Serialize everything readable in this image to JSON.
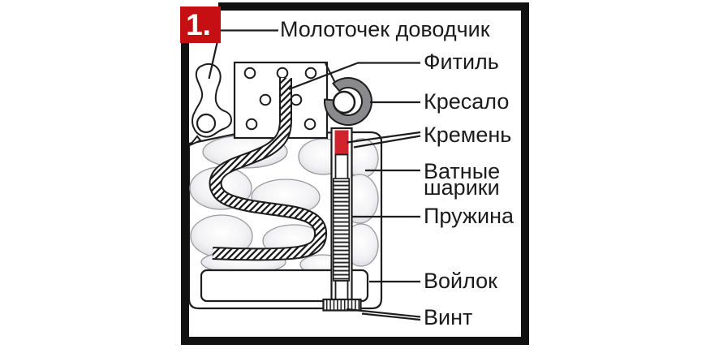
{
  "badge": {
    "number": "1."
  },
  "labels": {
    "hammer_cam": "Молоточек доводчик",
    "wick": "Фитиль",
    "striker": "Кресало",
    "flint": "Кремень",
    "cotton_balls": "Ватные шарики",
    "spring": "Пружина",
    "felt": "Войлок",
    "screw": "Винт"
  },
  "colors": {
    "badge_red": "#c50f13",
    "flint_red": "#d2232d",
    "wheel_gray": "#8a8a8c",
    "line_black": "#1d1d1d"
  }
}
